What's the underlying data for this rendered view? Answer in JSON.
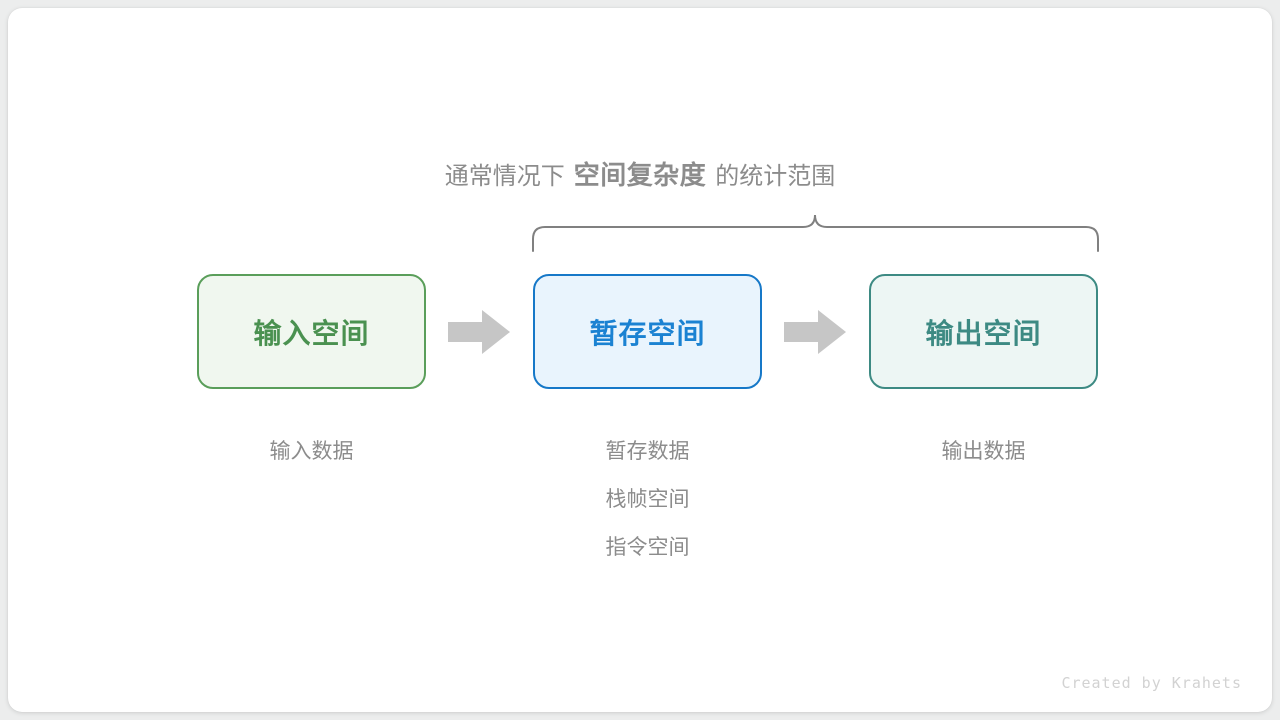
{
  "diagram": {
    "title_prefix": "通常情况下",
    "title_emphasis": "空间复杂度",
    "title_suffix": "的统计范围",
    "brace": {
      "name": "scope-brace",
      "color": "#808080"
    },
    "boxes": [
      {
        "id": "input-space",
        "label": "输入空间",
        "border_color": "#5a9e5a",
        "fill_color": "#f0f7ef",
        "text_color": "#4a9150"
      },
      {
        "id": "temp-space",
        "label": "暂存空间",
        "border_color": "#1678c8",
        "fill_color": "#e9f4fd",
        "text_color": "#1b82d2"
      },
      {
        "id": "output-space",
        "label": "输出空间",
        "border_color": "#3d8a83",
        "fill_color": "#edf6f4",
        "text_color": "#3d8a83"
      }
    ],
    "arrows": [
      {
        "id": "arrow-input-to-temp",
        "color": "#c6c6c6"
      },
      {
        "id": "arrow-temp-to-output",
        "color": "#c6c6c6"
      }
    ],
    "label_columns": [
      {
        "id": "input-labels",
        "lines": [
          "输入数据"
        ]
      },
      {
        "id": "temp-labels",
        "lines": [
          "暂存数据",
          "栈帧空间",
          "指令空间"
        ]
      },
      {
        "id": "output-labels",
        "lines": [
          "输出数据"
        ]
      }
    ],
    "watermark": "Created by Krahets"
  }
}
